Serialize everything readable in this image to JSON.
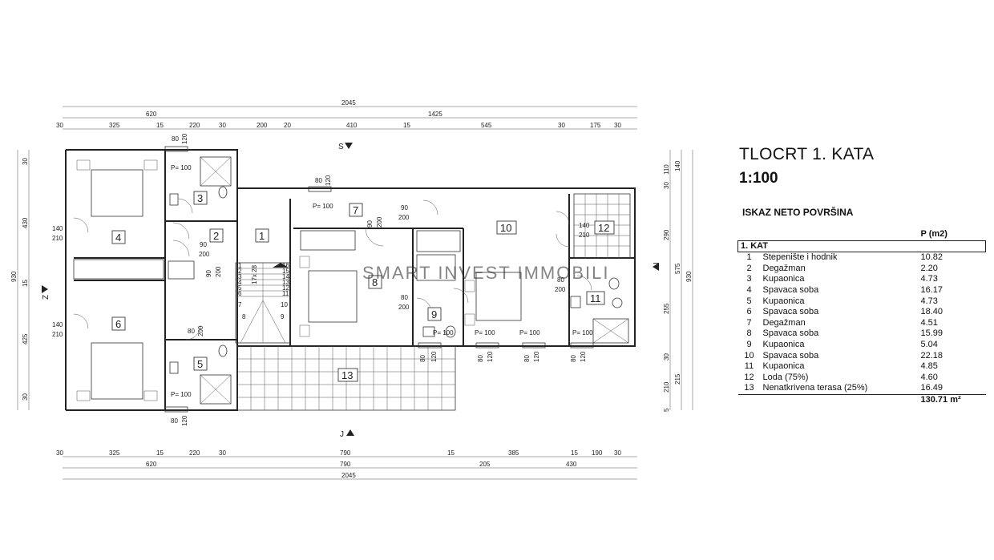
{
  "title": "TLOCRT 1. KATA",
  "scale": "1:100",
  "table_title": "ISKAZ NETO POVRŠINA",
  "table_unit_header": "P (m2)",
  "section": "1. KAT",
  "rooms": [
    {
      "num": "1",
      "name": "Stepenište i hodnik",
      "area": "10.82"
    },
    {
      "num": "2",
      "name": "Degažman",
      "area": "2.20"
    },
    {
      "num": "3",
      "name": "Kupaonica",
      "area": "4.73"
    },
    {
      "num": "4",
      "name": "Spavaca soba",
      "area": "16.17"
    },
    {
      "num": "5",
      "name": "Kupaonica",
      "area": "4.73"
    },
    {
      "num": "6",
      "name": "Spavaca soba",
      "area": "18.40"
    },
    {
      "num": "7",
      "name": "Degažman",
      "area": "4.51"
    },
    {
      "num": "8",
      "name": "Spavaca soba",
      "area": "15.99"
    },
    {
      "num": "9",
      "name": "Kupaonica",
      "area": "5.04"
    },
    {
      "num": "10",
      "name": "Spavaca soba",
      "area": "22.18"
    },
    {
      "num": "11",
      "name": "Kupaonica",
      "area": "4.85"
    },
    {
      "num": "12",
      "name": "Loda (75%)",
      "area": "4.60"
    },
    {
      "num": "13",
      "name": "Nenatkrivena terasa (25%)",
      "area": "16.49"
    }
  ],
  "total": "130.71 m²",
  "orientation": {
    "north": "S",
    "south": "J",
    "west": "Z",
    "east": "I"
  },
  "watermark": "SMART INVEST IMMOBILI",
  "dims": {
    "top_overall": "2045",
    "top_mid": [
      "620",
      "1425"
    ],
    "top_detail": [
      "30",
      "325",
      "15",
      "220",
      "30",
      "200",
      "20",
      "410",
      "15",
      "545",
      "30",
      "175",
      "30"
    ],
    "bottom_detail": [
      "30",
      "325",
      "15",
      "220",
      "30",
      "790",
      "15",
      "385",
      "15",
      "190",
      "30"
    ],
    "bottom_mid": [
      "620",
      "790",
      "205",
      "430"
    ],
    "bottom_overall": "2045",
    "left_overall": "930",
    "left_detail": [
      "30",
      "430",
      "15",
      "425",
      "30"
    ],
    "right_overall": "930",
    "right_mid": [
      "140",
      "575",
      "215"
    ],
    "right_detail": [
      "110",
      "30",
      "290",
      "255",
      "30",
      "210",
      "5"
    ],
    "door_labels": [
      "80",
      "120",
      "90",
      "200",
      "140",
      "210",
      "P= 100"
    ],
    "stair_nums": [
      "1",
      "2",
      "3",
      "4",
      "5",
      "6",
      "7",
      "8",
      "9",
      "10",
      "11",
      "12",
      "13",
      "14",
      "15",
      "16"
    ],
    "stair_label": "17x 28"
  }
}
